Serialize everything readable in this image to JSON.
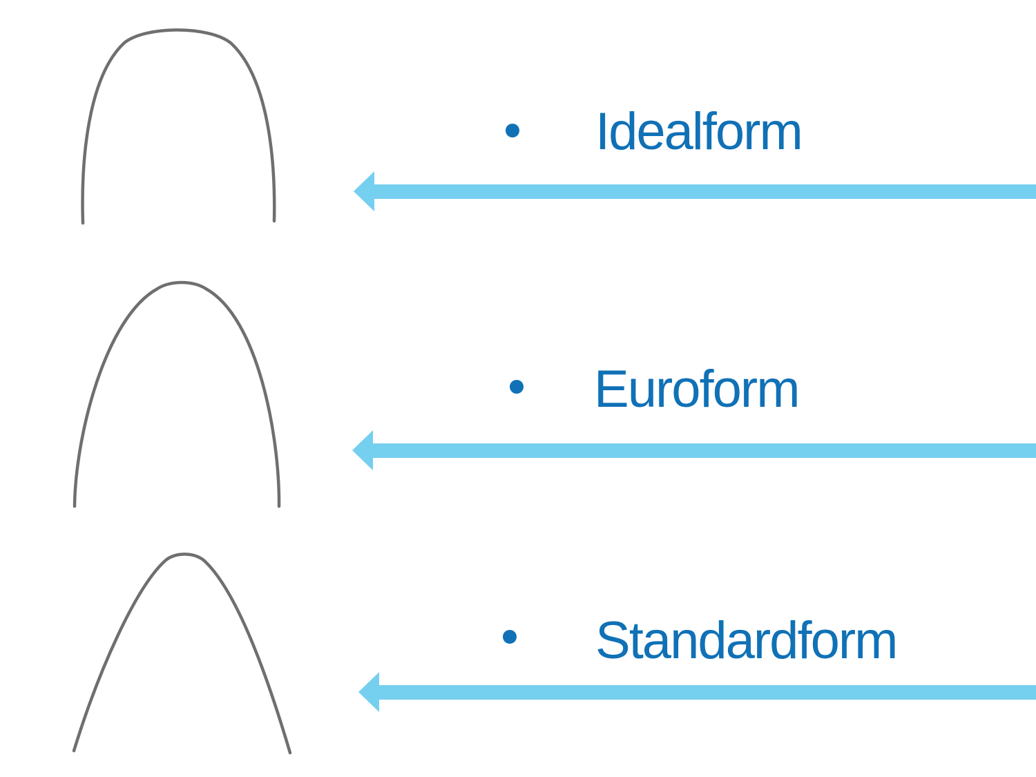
{
  "slide": {
    "background": "#ffffff",
    "colors": {
      "label_text": "#1071b6",
      "bullet": "#1071b6",
      "arrow": "#75cfef",
      "wire": "#636363"
    },
    "items": [
      {
        "label": "Idealform"
      },
      {
        "label": "Euroform"
      },
      {
        "label": "Standardform"
      }
    ]
  }
}
